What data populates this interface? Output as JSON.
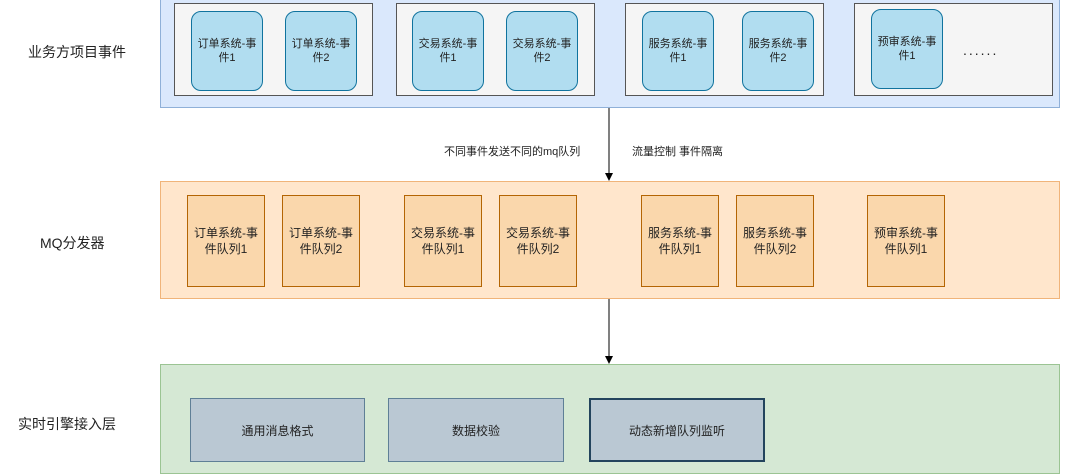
{
  "labels": {
    "biz": "业务方项目事件",
    "mq": "MQ分发器",
    "rt": "实时引擎接入层"
  },
  "groups": [
    {
      "events": [
        "订单系统-事件1",
        "订单系统-事件2"
      ]
    },
    {
      "events": [
        "交易系统-事件1",
        "交易系统-事件2"
      ]
    },
    {
      "events": [
        "服务系统-事件1",
        "服务系统-事件2"
      ]
    },
    {
      "events": [
        "预审系统-事件1"
      ],
      "more": "......"
    }
  ],
  "edge_labels": {
    "left": "不同事件发送不同的mq队列",
    "right": "流量控制 事件隔离"
  },
  "queues": [
    "订单系统-事件队列1",
    "订单系统-事件队列2",
    "交易系统-事件队列1",
    "交易系统-事件队列2",
    "服务系统-事件队列1",
    "服务系统-事件队列2",
    "预审系统-事件队列1"
  ],
  "rt_boxes": [
    "通用消息格式",
    "数据校验",
    "动态新增队列监听"
  ],
  "colors": {
    "biz_band": "#dae8fc",
    "event_card": "#b1ddf0",
    "mq_band": "#ffe6cc",
    "queue_card": "#fad7ac",
    "rt_band": "#d5e8d4",
    "rt_box": "#bac8d3"
  }
}
